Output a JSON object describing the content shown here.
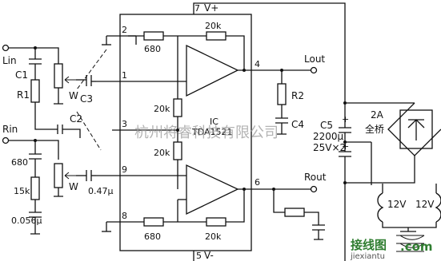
{
  "ic": {
    "label_ic": "IC",
    "label_part": "TDA1521",
    "pins": {
      "p2": "2",
      "p1": "1",
      "p3": "3",
      "p9": "9",
      "p8": "8",
      "p7": "7",
      "p4": "4",
      "p6": "6",
      "p5": "5"
    },
    "supply_pos": "V+",
    "supply_neg": "V-",
    "r_top_in": "680",
    "r_top_fb": "20k",
    "r_mid_top": "20k",
    "r_mid_bot": "20k",
    "r_bot_in": "680",
    "r_bot_fb": "20k"
  },
  "inputs": {
    "left": "Lin",
    "right": "Rin"
  },
  "outputs": {
    "left": "Lout",
    "right": "Rout"
  },
  "components": {
    "C1": "C1",
    "R1": "R1",
    "C2": "C2",
    "C3": "C3",
    "W_top": "W",
    "W_bot": "W",
    "r680": "680",
    "r15k": "15k",
    "c056": "0.056μ",
    "c047": "0.47μ",
    "R2": "R2",
    "C4": "C4",
    "C5": "C5",
    "C5_val1": "2200μ",
    "C5_val2": "25V×2",
    "bridge_rating": "2A",
    "bridge_type": "全桥",
    "t_12v_left": "12V",
    "t_12v_right": "12V"
  },
  "watermark": {
    "main": "杭州将睿科技有限公司",
    "site_cn": "接线图",
    "site_en": "jiexiantu",
    "site_com": ".com"
  }
}
